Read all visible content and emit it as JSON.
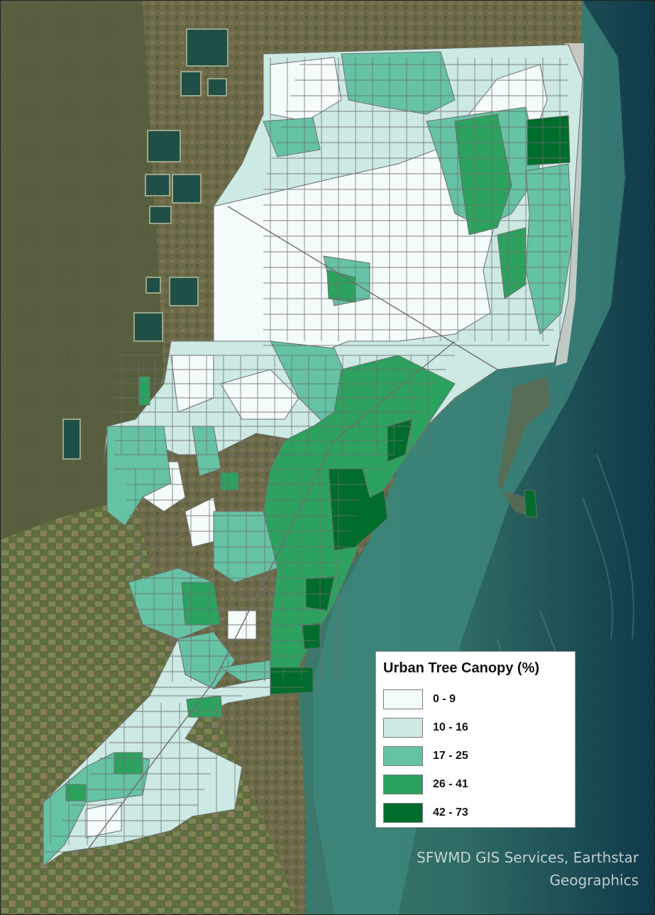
{
  "legend": {
    "title": "Urban Tree Canopy (%)",
    "classes": [
      {
        "label": "0 - 9",
        "color": "#f4fbfb"
      },
      {
        "label": "10 - 16",
        "color": "#cce9e4"
      },
      {
        "label": "17 - 25",
        "color": "#66c2a5"
      },
      {
        "label": "26 - 41",
        "color": "#2ca25f"
      },
      {
        "label": "42 - 73",
        "color": "#006d2c"
      }
    ]
  },
  "credit": {
    "line1": "SFWMD GIS Services, Earthstar",
    "line2": "Geographics"
  },
  "colors": {
    "land": "#6b6448",
    "wetland": "#4e5a3a",
    "water": "#1f4f46",
    "ocean": "#123b44",
    "shallow": "#3f8a7e",
    "boundary": "#6d6d6d"
  }
}
